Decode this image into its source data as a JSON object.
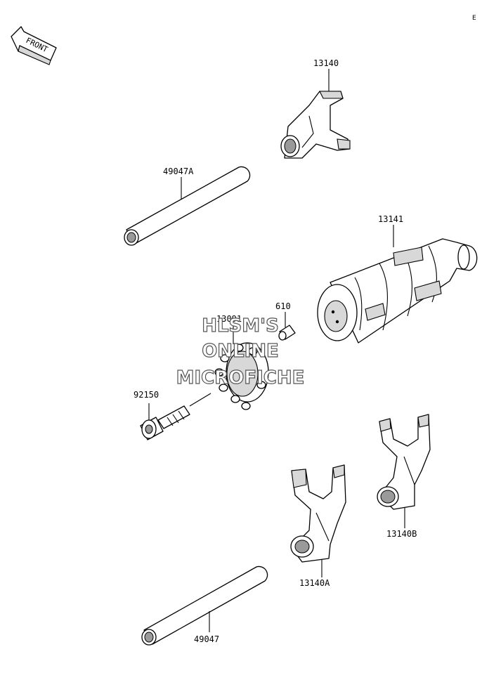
{
  "corner_code": "E",
  "front_label": "FRONT",
  "watermark": {
    "line1": "HLSM'S",
    "line2": "ONLINE",
    "line3": "MICROFICHE"
  },
  "parts": [
    {
      "id": "13140"
    },
    {
      "id": "49047A"
    },
    {
      "id": "13141"
    },
    {
      "id": "610"
    },
    {
      "id": "13091"
    },
    {
      "id": "92150"
    },
    {
      "id": "13140B"
    },
    {
      "id": "13140A"
    },
    {
      "id": "49047"
    }
  ]
}
